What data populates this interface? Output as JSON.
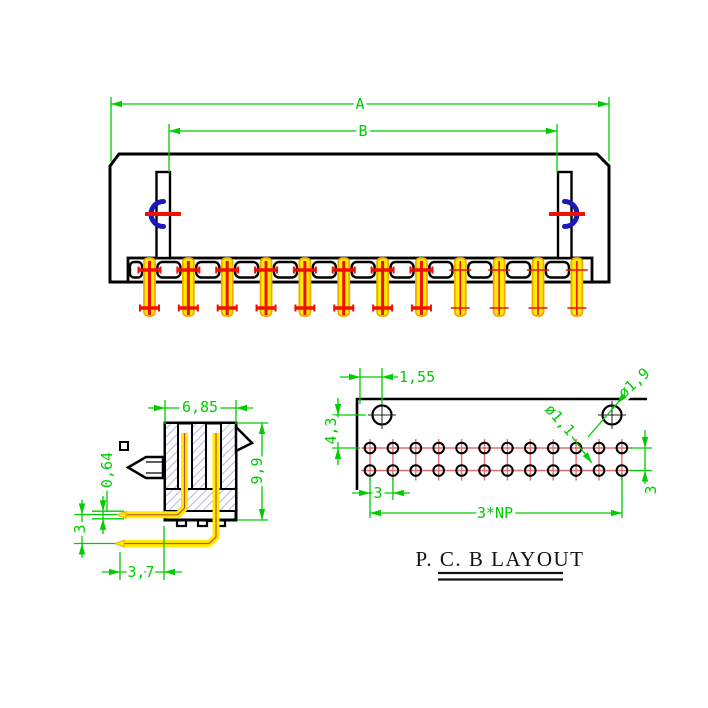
{
  "drawing": {
    "title": "P. C. B  LAYOUT",
    "front_view": {
      "dim_a": "A",
      "dim_b": "B",
      "pin_count": 12,
      "highlighted_pin_count": 8
    },
    "side_view": {
      "dim_width": "6,85",
      "dim_pin_square": "0,64",
      "dim_height": "9,9",
      "dim_row_offset": "3",
      "dim_tail": "3,7"
    },
    "pcb_layout": {
      "hole_cols": 12,
      "hole_rows": 2,
      "dim_edge_offset": "1,55",
      "dim_mount_to_row": "4,3",
      "dim_hole_dia": "ø1,1",
      "dim_mount_dia": "ø1,9",
      "dim_pitch": "3",
      "dim_total": "3*NP",
      "dim_row_gap": "3"
    },
    "colors": {
      "dimension": "#00cc00",
      "outline": "#000000",
      "pin_fill": "#ffec00",
      "pin_edge": "#eeaa00",
      "marker_red": "#ee1100",
      "clip_blue": "#1a1abb",
      "hatch": "#9999dd",
      "pcb_grid": "#e07070"
    }
  }
}
